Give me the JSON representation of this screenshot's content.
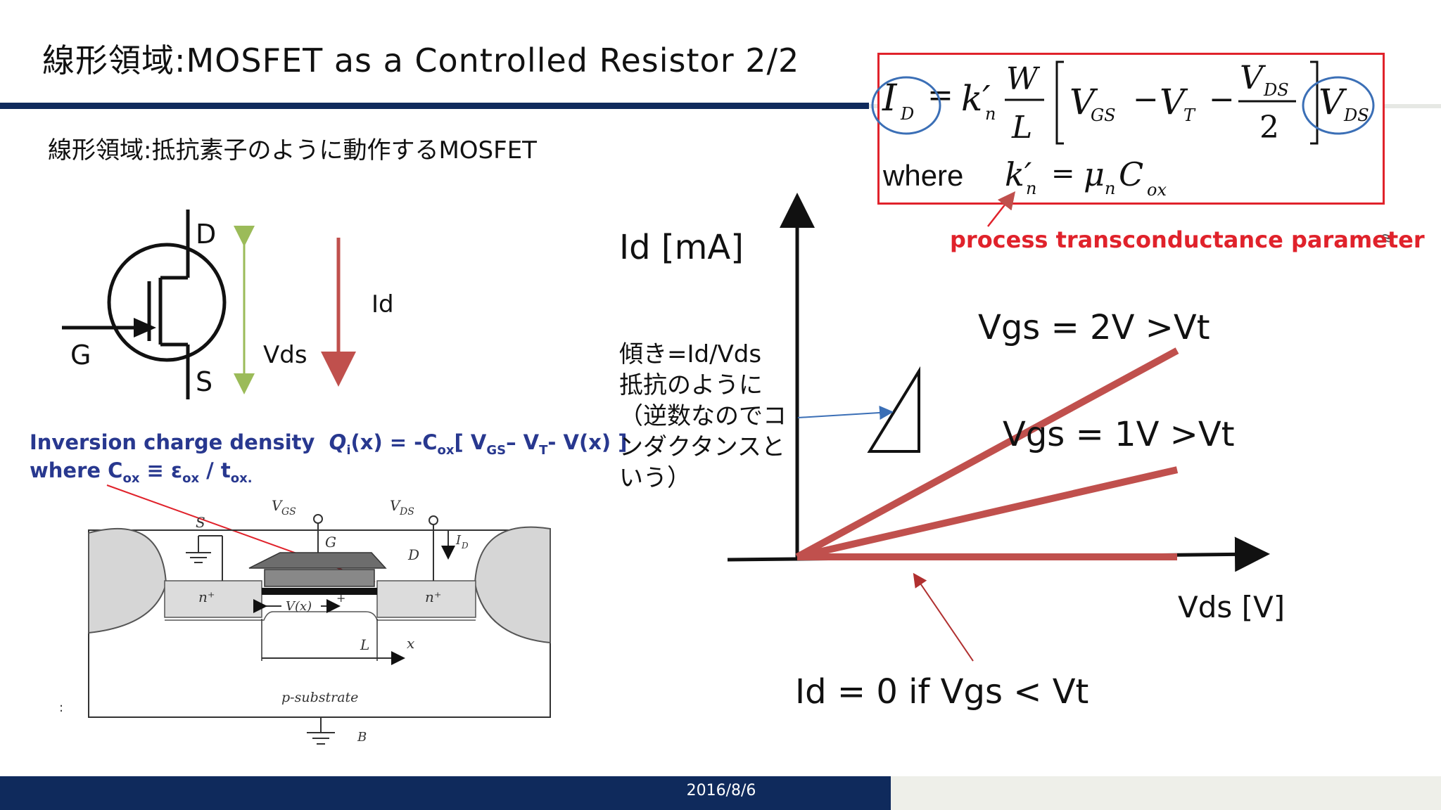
{
  "slide": {
    "title": "線形領域:MOSFET as a Controlled Resistor 2/2",
    "subtitle": "線形領域:抵抗素子のように動作するMOSFET",
    "date": "2016/8/6"
  },
  "colors": {
    "navy": "#0f2a5c",
    "red": "#e0222b",
    "line_red": "#c0504d",
    "arrow_green": "#9bbb59",
    "inversion_blue": "#28388f"
  },
  "transistor": {
    "drain_label": "D",
    "gate_label": "G",
    "source_label": "S",
    "vds_label": "Vds",
    "id_label": "Id"
  },
  "formula": {
    "lhs_symbol": "I",
    "lhs_sub": "D",
    "k_symbol": "k′",
    "k_sub": "n",
    "w": "W",
    "l": "L",
    "vgs": "V",
    "vgs_sub": "GS",
    "vt": "V",
    "vt_sub": "T",
    "vds_num": "V",
    "vds_num_sub": "DS",
    "two": "2",
    "vds": "V",
    "vds_sub": "DS",
    "where": "where",
    "mu": "μ",
    "mu_sub": "n",
    "cox": "C",
    "cox_sub": "ox",
    "param_label": "process transconductance parameter"
  },
  "inversion": {
    "line1_a": "Inversion charge density",
    "line1_b": "Q",
    "line1_b_sub": "i",
    "line1_c": "(x) = -C",
    "line1_c_sub": "ox",
    "line1_d": "[ V",
    "line1_d_sub": "GS",
    "line1_e": "– V",
    "line1_e_sub": "T",
    "line1_f": "- V(x) ]",
    "line2_a": "where C",
    "line2_a_sub": "ox",
    "line2_b": " ≡ ε",
    "line2_b_sub": "ox",
    "line2_c": " / t",
    "line2_c_sub": "ox."
  },
  "cross_section": {
    "vgs": "V",
    "vgs_sub": "GS",
    "vds": "V",
    "vds_sub": "DS",
    "s": "S",
    "g": "G",
    "d": "D",
    "id": "I",
    "id_sub": "D",
    "n_plus_left": "n⁺",
    "n_plus_right": "n⁺",
    "vx": "V(x)",
    "plus": "+",
    "l": "L",
    "x": "x",
    "substrate": "p-substrate",
    "b": "B"
  },
  "chart_data": {
    "type": "line",
    "ylabel": "Id [mA]",
    "xlabel": "Vds [V]",
    "series": [
      {
        "name": "Vgs = 2V >Vt",
        "x": [
          0,
          1
        ],
        "y": [
          0,
          1.8
        ]
      },
      {
        "name": "Vgs = 1V >Vt",
        "x": [
          0,
          1
        ],
        "y": [
          0,
          0.76
        ]
      },
      {
        "name": "Id = 0 if  Vgs < Vt",
        "x": [
          0,
          1
        ],
        "y": [
          0,
          0
        ]
      }
    ],
    "annotations": {
      "vgs2": "Vgs = 2V >Vt",
      "vgs1": "Vgs = 1V >Vt",
      "off": "Id = 0 if  Vgs < Vt",
      "slope_note": [
        "傾き=Id/Vds",
        "抵抗のように",
        "（逆数なのでコ",
        "ンダクタンスと",
        "いう）"
      ]
    }
  }
}
